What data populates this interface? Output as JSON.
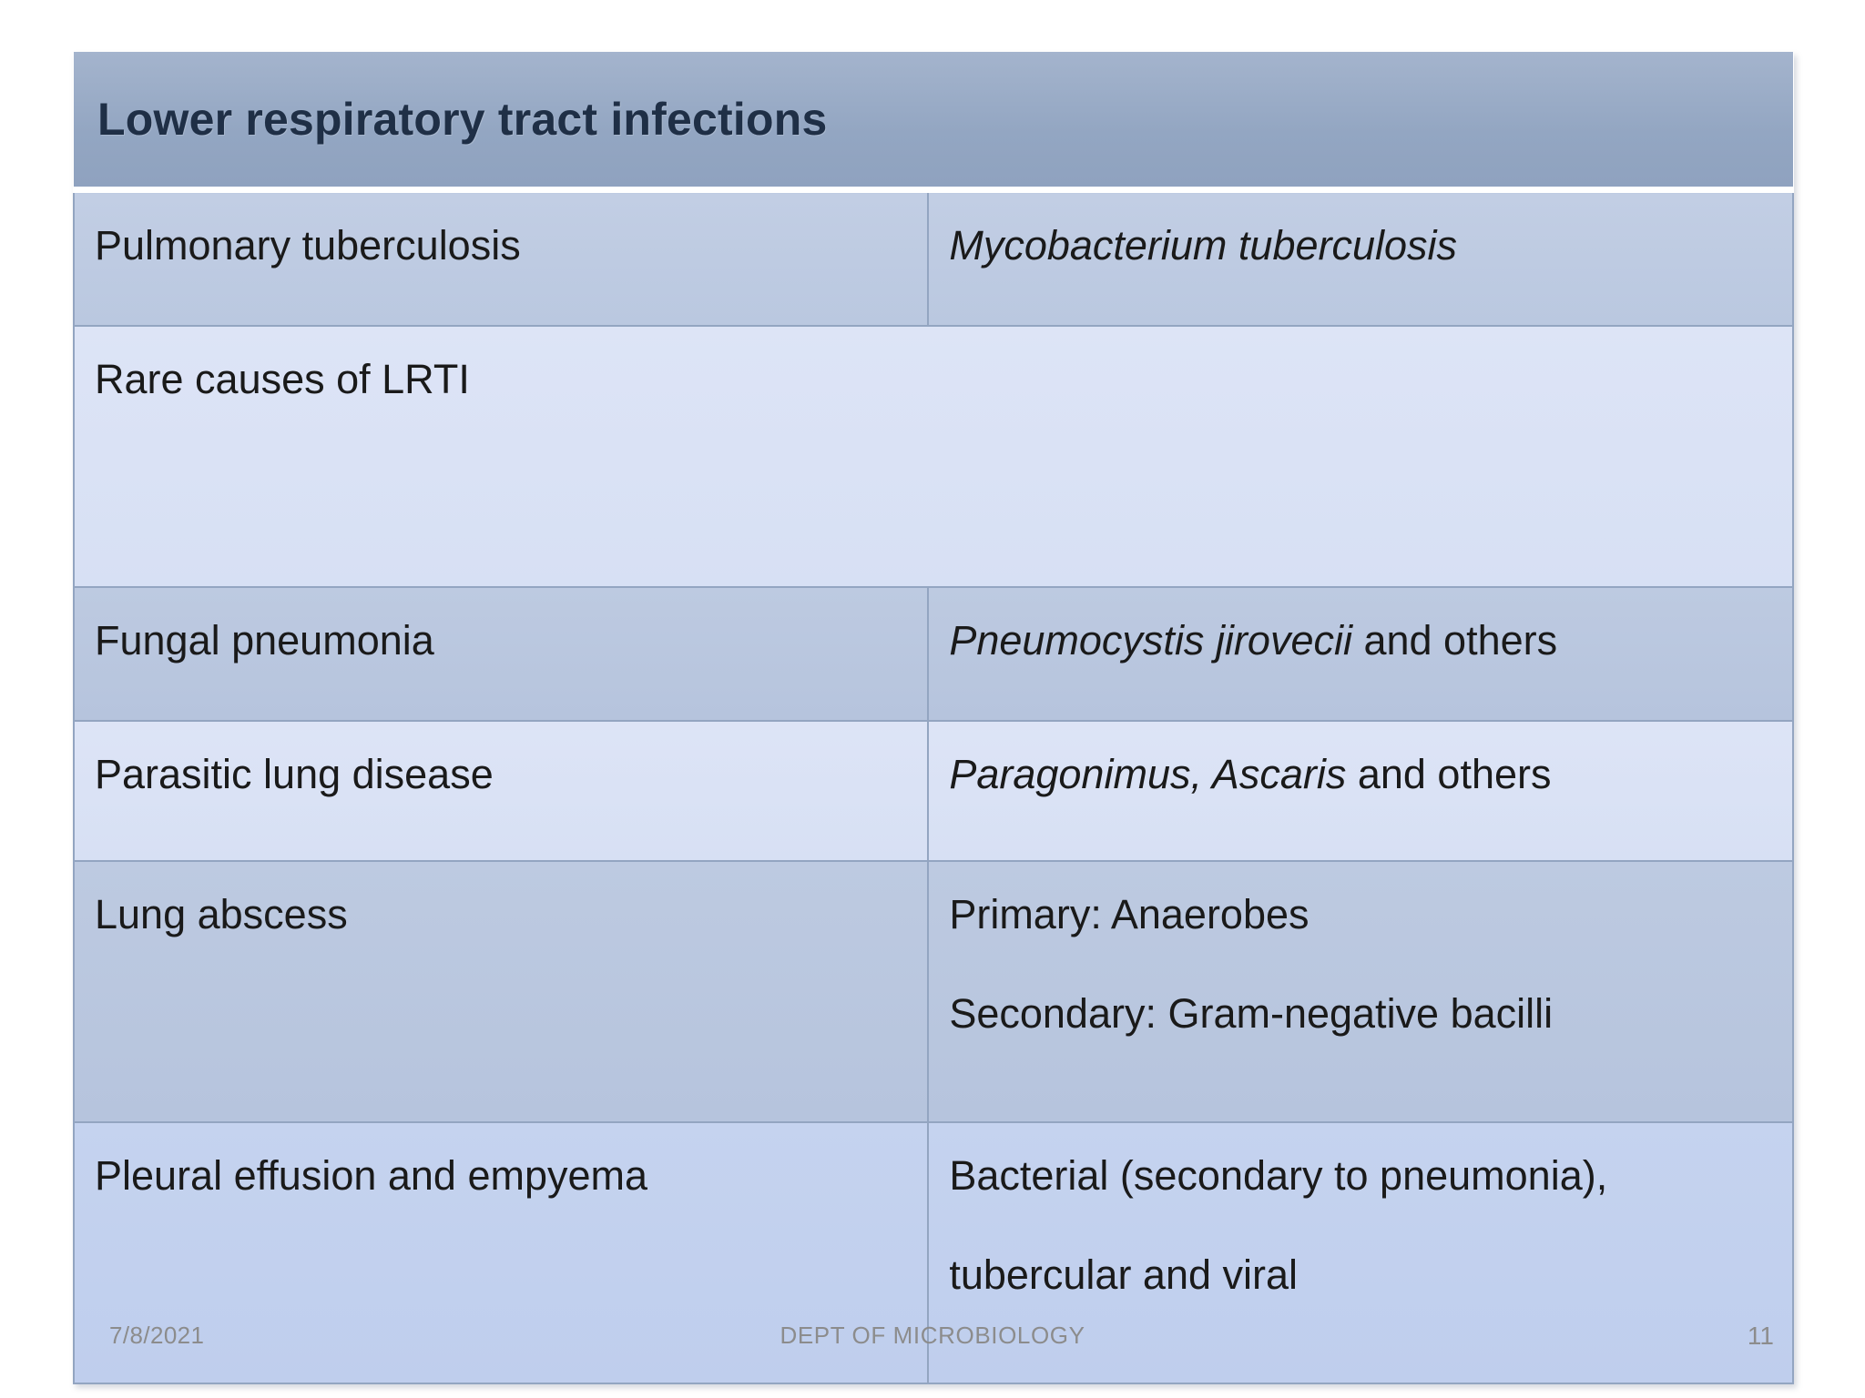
{
  "slide": {
    "title": "Lower respiratory tract infections"
  },
  "table": {
    "rows": [
      {
        "condition": "Pulmonary tuberculosis",
        "organism_italic": "Mycobacterium tuberculosis",
        "organism_plain": "",
        "organism_line2": "",
        "merged": false,
        "tint": "tint-med",
        "height": "r-mid"
      },
      {
        "condition": "Rare causes of LRTI",
        "organism_italic": "",
        "organism_plain": "",
        "organism_line2": "",
        "merged": true,
        "tint": "tint-light",
        "height": "r-tall"
      },
      {
        "condition": "Fungal pneumonia",
        "organism_italic": "Pneumocystis jirovecii",
        "organism_plain": " and others",
        "organism_line2": "",
        "merged": false,
        "tint": "tint-dark",
        "height": "r-mid"
      },
      {
        "condition": "Parasitic lung disease",
        "organism_italic": "Paragonimus, Ascaris",
        "organism_plain": " and others",
        "organism_line2": "",
        "merged": false,
        "tint": "tint-light",
        "height": "r-mid2"
      },
      {
        "condition": "Lung abscess",
        "organism_italic": "",
        "organism_plain": "Primary: Anaerobes",
        "organism_line2": "Secondary: Gram-negative bacilli",
        "merged": false,
        "tint": "tint-dark",
        "height": "r-tall"
      },
      {
        "condition": "Pleural effusion and empyema",
        "organism_italic": "",
        "organism_plain": "Bacterial (secondary to pneumonia),",
        "organism_line2": "tubercular and viral",
        "merged": false,
        "tint": "tint-blue",
        "height": "r-tall"
      }
    ]
  },
  "footer": {
    "date": "7/8/2021",
    "department": "DEPT OF MICROBIOLOGY",
    "page_number": "11"
  },
  "colors": {
    "header_band": "#93a6c2",
    "header_text": "#1f2f46",
    "cell_border": "#93a5c1",
    "body_text": "#1a1a1a",
    "footer_text": "#8c8c8c",
    "row_tint_medium": "#c2cee4",
    "row_tint_light": "#dde4f6",
    "row_tint_dark": "#bdcae1",
    "row_tint_blue": "#c5d3ef",
    "slide_background": "#ffffff"
  }
}
